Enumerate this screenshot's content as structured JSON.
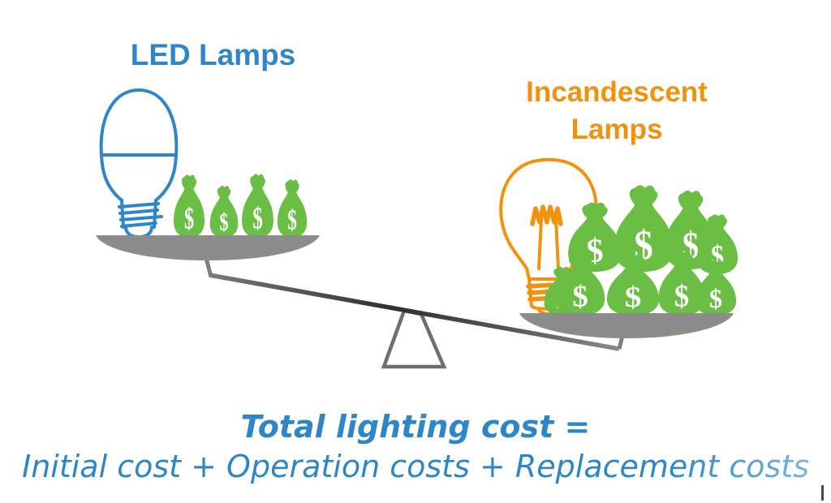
{
  "labels": {
    "led": "LED Lamps",
    "incandescent_line1": "Incandescent",
    "incandescent_line2": "Lamps"
  },
  "equation": {
    "line1": "Total lighting cost =",
    "line2": "Initial cost + Operation costs + Replacement costs"
  },
  "icons": {
    "dollar_glyph": "$",
    "led_bulb": "led-bulb-outline-blue",
    "incandescent_bulb": "incandescent-bulb-outline-orange",
    "money_bag": "green-money-bag-with-dollar-sign"
  },
  "scene": {
    "led_side_money_bags": 4,
    "incandescent_side_money_bags": 9,
    "scale_state": "tilted: LED pan up-left, incandescent pan down-right"
  },
  "colors": {
    "blue": "#2E86C8",
    "orange": "#F1910E",
    "green": "#6BBE44",
    "pan_gray": "#8C8C8C",
    "stem_gray": "#7D7D7D",
    "fulcrum_gray": "#6E6E6E",
    "beam_dark": "#2F2F2F",
    "dollar_white": "#FFFFFF",
    "bg": "#FFFFFF"
  }
}
